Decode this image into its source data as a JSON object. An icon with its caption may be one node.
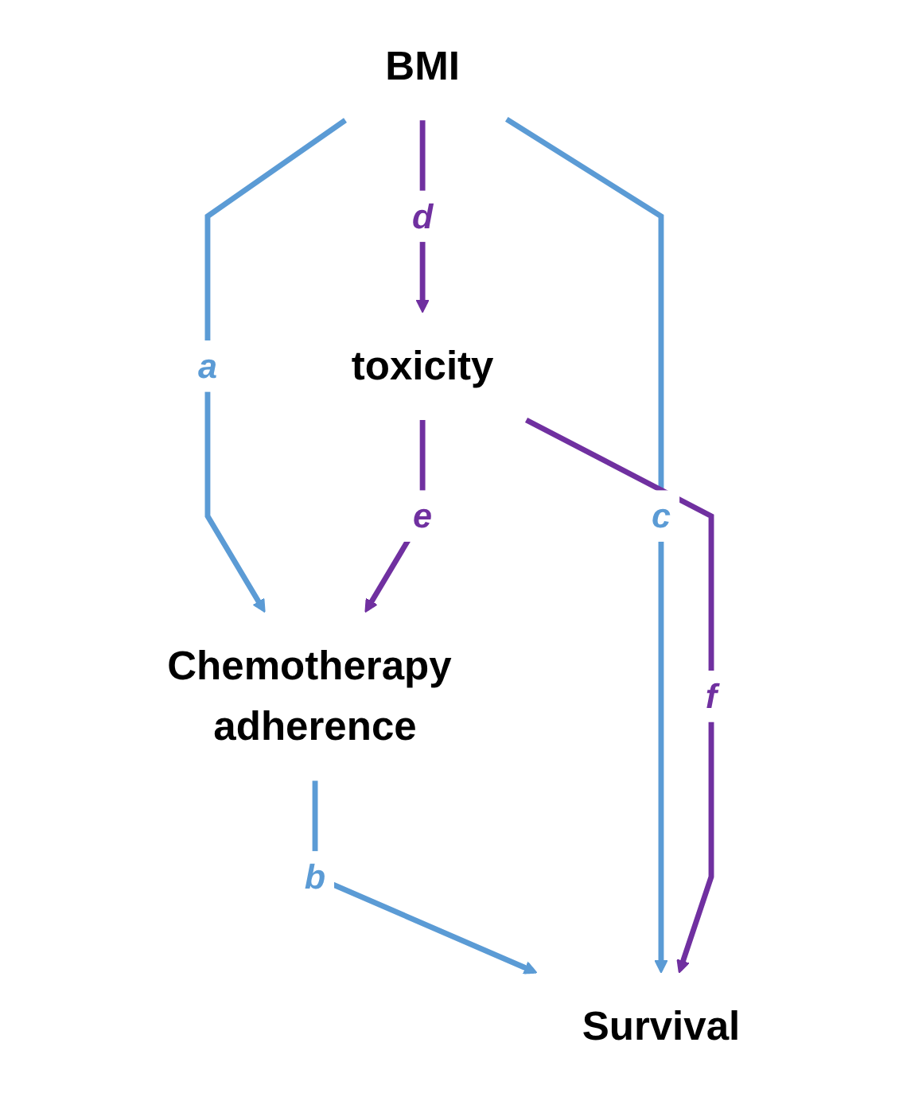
{
  "diagram": {
    "nodes": [
      {
        "text": [
          "Chemotherapy adherence"
        ]
      },
      {
        "text": [
          "BMI"
        ]
      },
      {
        "text": [
          "Survival"
        ]
      },
      {
        "text": [
          "toxicity"
        ]
      }
    ],
    "edges": [
      {
        "from": 1,
        "to": 0,
        "arrow": "to",
        "label": "a",
        "color": "#5b9bd5"
      },
      {
        "from": 0,
        "to": 2,
        "arrow": "to",
        "label": "b",
        "color": "#5b9bd5"
      },
      {
        "from": 1,
        "to": 2,
        "arrow": "to",
        "label": "c",
        "color": "#5b9bd5"
      },
      {
        "from": 1,
        "to": 3,
        "arrow": "to",
        "label": "d",
        "color": "#7030a0"
      },
      {
        "from": 3,
        "to": 0,
        "arrow": "to",
        "label": "e",
        "color": "#7030a0"
      },
      {
        "from": 3,
        "to": 2,
        "arrow": "to",
        "label": "f",
        "color": "#7030a0"
      }
    ]
  }
}
